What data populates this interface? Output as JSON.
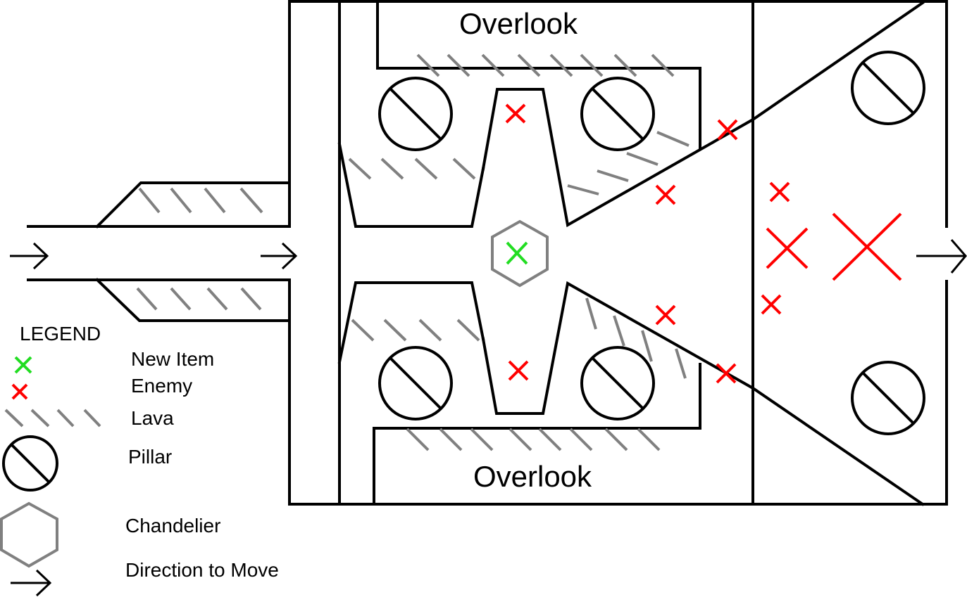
{
  "map": {
    "overlook_top_label": "Overlook",
    "overlook_bottom_label": "Overlook",
    "enemies": [
      {
        "id": "enemy-left-top",
        "size": "small"
      },
      {
        "id": "enemy-left-bottom",
        "size": "small"
      },
      {
        "id": "enemy-right-upper-1",
        "size": "small"
      },
      {
        "id": "enemy-right-upper-2",
        "size": "small"
      },
      {
        "id": "enemy-right-lower-1",
        "size": "small"
      },
      {
        "id": "enemy-right-lower-2",
        "size": "small"
      },
      {
        "id": "enemy-far-right-1",
        "size": "small"
      },
      {
        "id": "enemy-far-right-2",
        "size": "medium"
      },
      {
        "id": "enemy-far-right-3",
        "size": "small"
      },
      {
        "id": "enemy-boss",
        "size": "large"
      }
    ],
    "items": [
      {
        "id": "new-item-center"
      }
    ],
    "pillars_count": 6
  },
  "legend": {
    "title": "LEGEND",
    "new_item": "New Item",
    "enemy": "Enemy",
    "lava": "Lava",
    "pillar": "Pillar",
    "chandelier": "Chandelier",
    "direction": "Direction to Move"
  },
  "colors": {
    "wall": "#000000",
    "lava": "#808080",
    "enemy": "#ff0000",
    "new_item": "#22dd22",
    "chandelier": "#808080"
  }
}
